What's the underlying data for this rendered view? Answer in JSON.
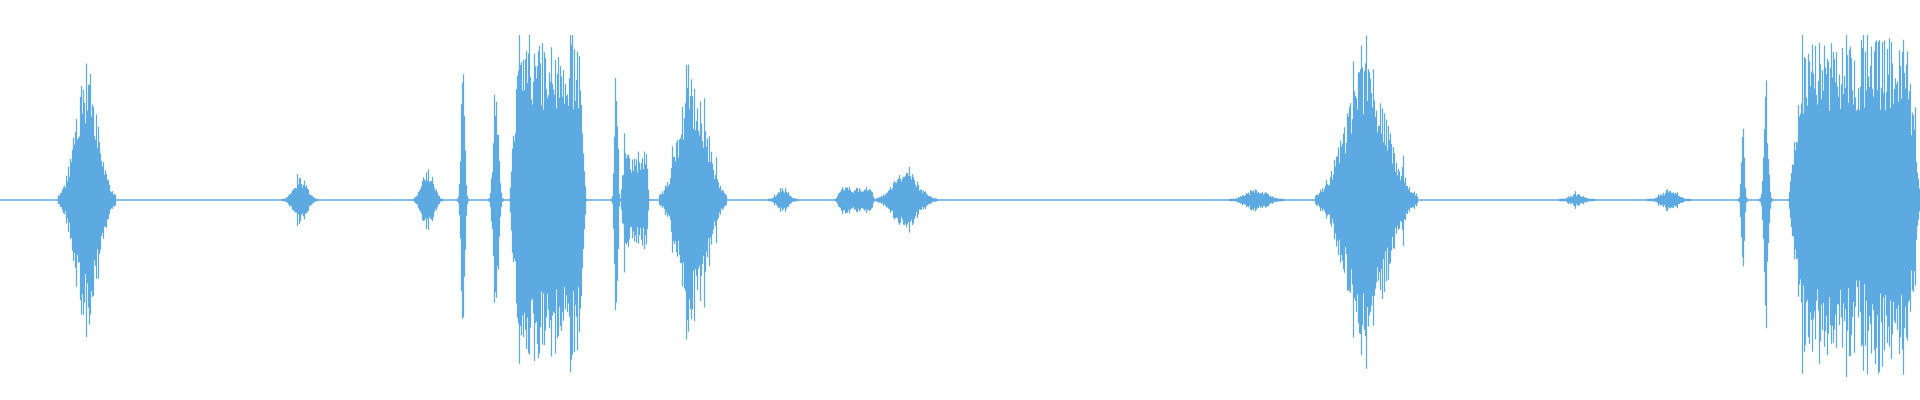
{
  "waveform": {
    "color": "#5DA9E2",
    "baseline_color": "#5DA9E2",
    "segments": [
      {
        "start": 0.03,
        "end": 0.06,
        "peak": 0.78,
        "shape": "bell",
        "density": 1.0
      },
      {
        "start": 0.147,
        "end": 0.165,
        "peak": 0.14,
        "shape": "bell",
        "density": 0.9
      },
      {
        "start": 0.215,
        "end": 0.23,
        "peak": 0.2,
        "shape": "bell",
        "density": 0.9
      },
      {
        "start": 0.238,
        "end": 0.244,
        "peak": 0.9,
        "shape": "spike",
        "density": 1.0
      },
      {
        "start": 0.254,
        "end": 0.262,
        "peak": 0.88,
        "shape": "spike",
        "density": 1.0
      },
      {
        "start": 0.265,
        "end": 0.305,
        "peak": 0.96,
        "shape": "block",
        "density": 1.0
      },
      {
        "start": 0.318,
        "end": 0.323,
        "peak": 0.98,
        "shape": "spike",
        "density": 1.0
      },
      {
        "start": 0.323,
        "end": 0.338,
        "peak": 0.3,
        "shape": "block",
        "density": 0.8
      },
      {
        "start": 0.343,
        "end": 0.378,
        "peak": 0.78,
        "shape": "bell",
        "density": 1.0
      },
      {
        "start": 0.4,
        "end": 0.415,
        "peak": 0.08,
        "shape": "bell",
        "density": 0.8
      },
      {
        "start": 0.435,
        "end": 0.455,
        "peak": 0.08,
        "shape": "block",
        "density": 0.7
      },
      {
        "start": 0.455,
        "end": 0.488,
        "peak": 0.18,
        "shape": "bell",
        "density": 0.9
      },
      {
        "start": 0.64,
        "end": 0.668,
        "peak": 0.07,
        "shape": "bell",
        "density": 0.8
      },
      {
        "start": 0.685,
        "end": 0.738,
        "peak": 0.86,
        "shape": "bell",
        "density": 1.0
      },
      {
        "start": 0.812,
        "end": 0.83,
        "peak": 0.04,
        "shape": "bell",
        "density": 0.8
      },
      {
        "start": 0.858,
        "end": 0.88,
        "peak": 0.06,
        "shape": "bell",
        "density": 0.8
      },
      {
        "start": 0.905,
        "end": 0.91,
        "peak": 0.58,
        "shape": "spike",
        "density": 1.0
      },
      {
        "start": 0.916,
        "end": 0.923,
        "peak": 0.76,
        "shape": "spike",
        "density": 1.0
      },
      {
        "start": 0.931,
        "end": 1.0,
        "peak": 0.98,
        "shape": "block",
        "density": 1.0
      }
    ]
  }
}
